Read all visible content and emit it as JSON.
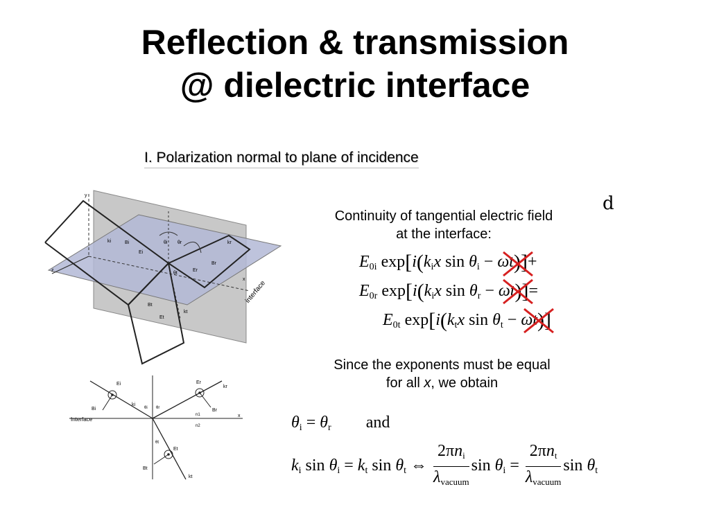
{
  "slide": {
    "title_line1": "Reflection & transmission",
    "title_line2": "@ dielectric interface",
    "subtitle": "I. Polarization normal to plane of incidence",
    "continuity_line1": "Continuity of tangential electric field",
    "continuity_line2": "at the interface:",
    "since_line1": "Since the exponents must be equal",
    "since_line2_pre": "for all ",
    "since_line2_var": "x",
    "since_line2_post": ", we obtain",
    "stray_char": "d",
    "and_text": "and"
  },
  "equations": {
    "row1": {
      "E": "E",
      "sub": "0i",
      "exp": "exp",
      "k": "k",
      "ksub": "i",
      "x": "x",
      "sin": "sin",
      "theta": "θ",
      "tsub": "i",
      "omega": "ωt",
      "op": "+"
    },
    "row2": {
      "E": "E",
      "sub": "0r",
      "exp": "exp",
      "k": "k",
      "ksub": "i",
      "x": "x",
      "sin": "sin",
      "theta": "θ",
      "tsub": "r",
      "omega": "ωt",
      "op": "="
    },
    "row3": {
      "E": "E",
      "sub": "0t",
      "exp": "exp",
      "k": "k",
      "ksub": "t",
      "x": "x",
      "sin": "sin",
      "theta": "θ",
      "tsub": "t",
      "omega": "ωt",
      "op": ""
    },
    "snell": {
      "two_pi": "2π",
      "n_i": "n",
      "n_i_sub": "i",
      "n_t_sub": "t",
      "lambda": "λ",
      "lambda_sub": "vacuum",
      "iff": "⇔"
    }
  },
  "diagram3d": {
    "label_interface": "interface",
    "label_x": "x",
    "label_y": "y",
    "label_z": "z",
    "label_theta_i": "θi",
    "label_theta_r": "θr",
    "label_theta_t": "θt",
    "label_ki": "ki",
    "label_kr": "kr",
    "label_kt": "kt",
    "label_Ei": "Ei",
    "label_Er": "Er",
    "label_Et": "Et",
    "label_Bi": "Bi",
    "label_Br": "Br",
    "label_Bt": "Bt"
  },
  "diagram2d": {
    "label_interface": "Interface",
    "label_x": "x",
    "label_n1": "n1",
    "label_n2": "n2",
    "label_ki": "ki",
    "label_kr": "kr",
    "label_kt": "kt",
    "label_Ei": "Ei",
    "label_Er": "Er",
    "label_Et": "Et",
    "label_Bi": "Bi",
    "label_Br": "Br",
    "label_Bt": "Bt",
    "label_theta_i": "θi",
    "label_theta_r": "θr",
    "label_theta_t": "θt"
  },
  "colors": {
    "cross": "#d62020",
    "plane_gray": "#c8c8c8",
    "plane_blue": "#b3b8d6"
  }
}
